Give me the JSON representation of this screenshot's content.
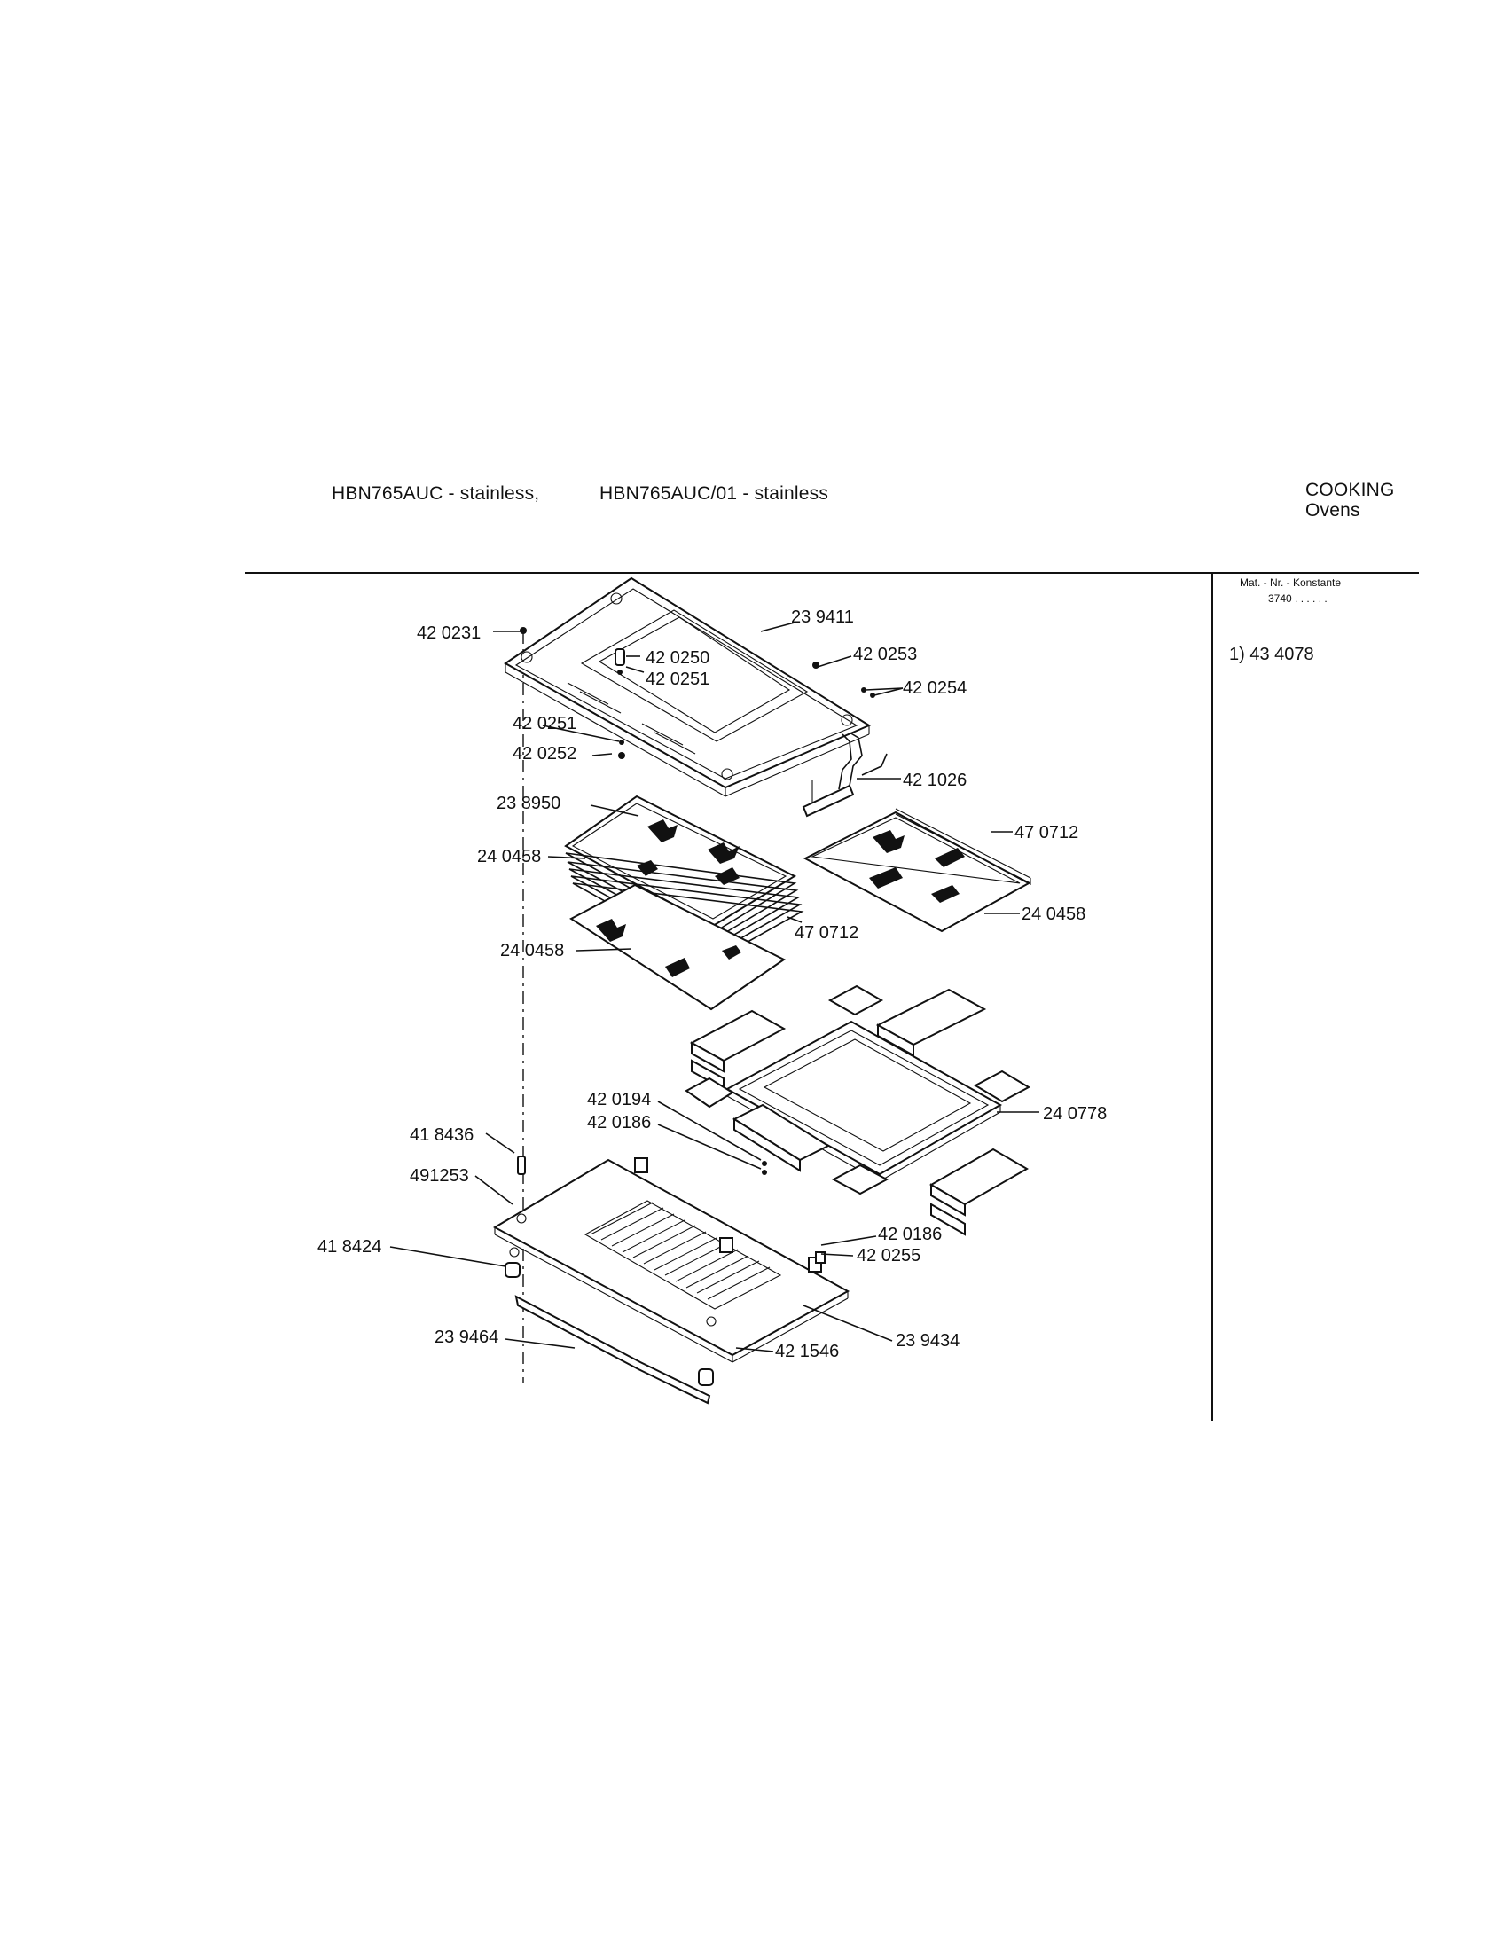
{
  "header": {
    "model_1": "HBN765AUC - stainless,",
    "model_2": "HBN765AUC/01 - stainless",
    "category": "COOKING",
    "subcategory": "Ovens"
  },
  "side_panel": {
    "mat_label": "Mat. - Nr. - Konstante",
    "mat_value": "3740 . .   . . . .",
    "note": "1) 43 4078"
  },
  "parts": {
    "p420231": "42 0231",
    "p239411": "23 9411",
    "p420250": "42 0250",
    "p420251a": "42 0251",
    "p420253": "42 0253",
    "p420254": "42 0254",
    "p420251b": "42 0251",
    "p420252": "42 0252",
    "p421026": "42 1026",
    "p238950": "23 8950",
    "p470712a": "47 0712",
    "p240458a": "24 0458",
    "p470712b": "47 0712",
    "p240458b": "24 0458",
    "p240458c": "24 0458",
    "p420194": "42 0194",
    "p420186a": "42 0186",
    "p240778": "24 0778",
    "p418436": "41 8436",
    "p491253": "491253",
    "p420186b": "42 0186",
    "p420255": "42 0255",
    "p418424": "41 8424",
    "p239464": "23 9464",
    "p421546": "42 1546",
    "p239434": "23 9434"
  }
}
